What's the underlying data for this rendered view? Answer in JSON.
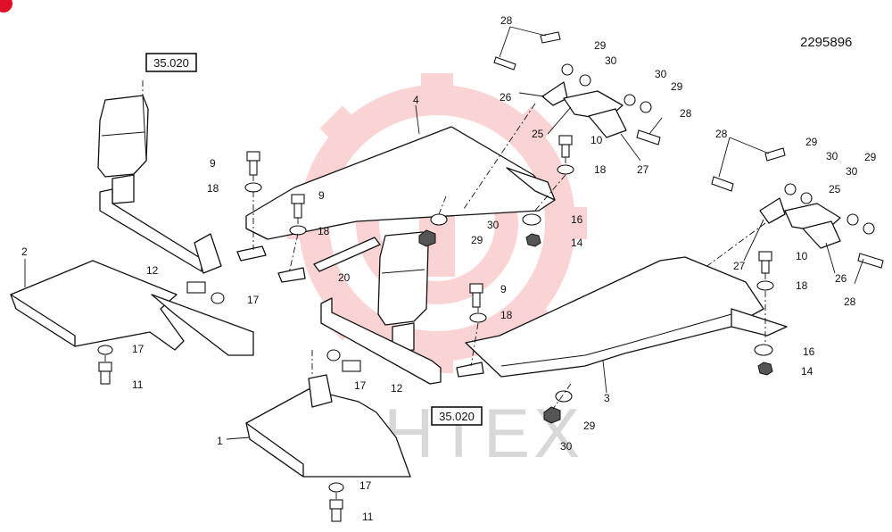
{
  "document_number": "2295896",
  "reference_labels": [
    "35.020",
    "35.020"
  ],
  "watermark_text": "ИНТЕХ",
  "watermark_color": "#f08080",
  "part_labels": {
    "p1": "1",
    "p2": "2",
    "p3": "3",
    "p4": "4",
    "p9a": "9",
    "p9b": "9",
    "p9c": "9",
    "p10a": "10",
    "p10b": "10",
    "p11a": "11",
    "p11b": "11",
    "p12a": "12",
    "p12b": "12",
    "p14a": "14",
    "p14b": "14",
    "p16a": "16",
    "p16b": "16",
    "p17a": "17",
    "p17b": "17",
    "p17c": "17",
    "p17d": "17",
    "p18a": "18",
    "p18b": "18",
    "p18c": "18",
    "p18d": "18",
    "p18e": "18",
    "p20": "20",
    "p25a": "25",
    "p25b": "25",
    "p26a": "26",
    "p26b": "26",
    "p27a": "27",
    "p27b": "27",
    "p28a": "28",
    "p28b": "28",
    "p28c": "28",
    "p28d": "28",
    "p29a": "29",
    "p29b": "29",
    "p29c": "29",
    "p29d": "29",
    "p29e": "29",
    "p29f": "29",
    "p30a": "30",
    "p30b": "30",
    "p30c": "30",
    "p30d": "30",
    "p30e": "30",
    "p30f": "30"
  }
}
